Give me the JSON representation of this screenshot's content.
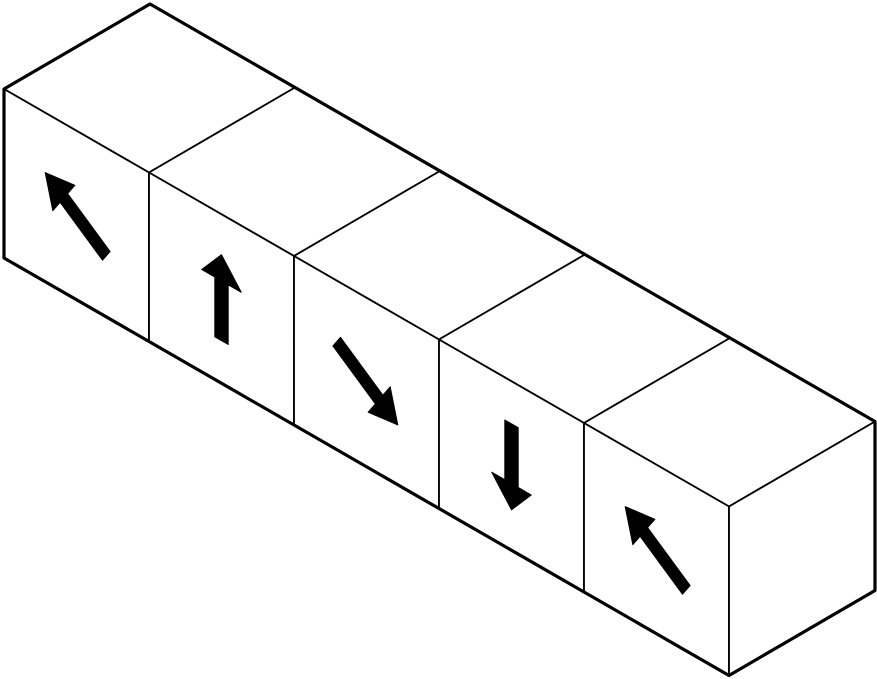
{
  "diagram": {
    "cube_count": 5,
    "stroke_color": "#000000",
    "fill_color": "#ffffff",
    "cubes": [
      {
        "index": 1,
        "front_arrow": "up-left-arrow-icon"
      },
      {
        "index": 2,
        "front_arrow": "up-arrow-icon"
      },
      {
        "index": 3,
        "front_arrow": "down-right-arrow-icon"
      },
      {
        "index": 4,
        "front_arrow": "down-arrow-icon"
      },
      {
        "index": 5,
        "front_arrow": "up-left-arrow-icon"
      }
    ]
  }
}
